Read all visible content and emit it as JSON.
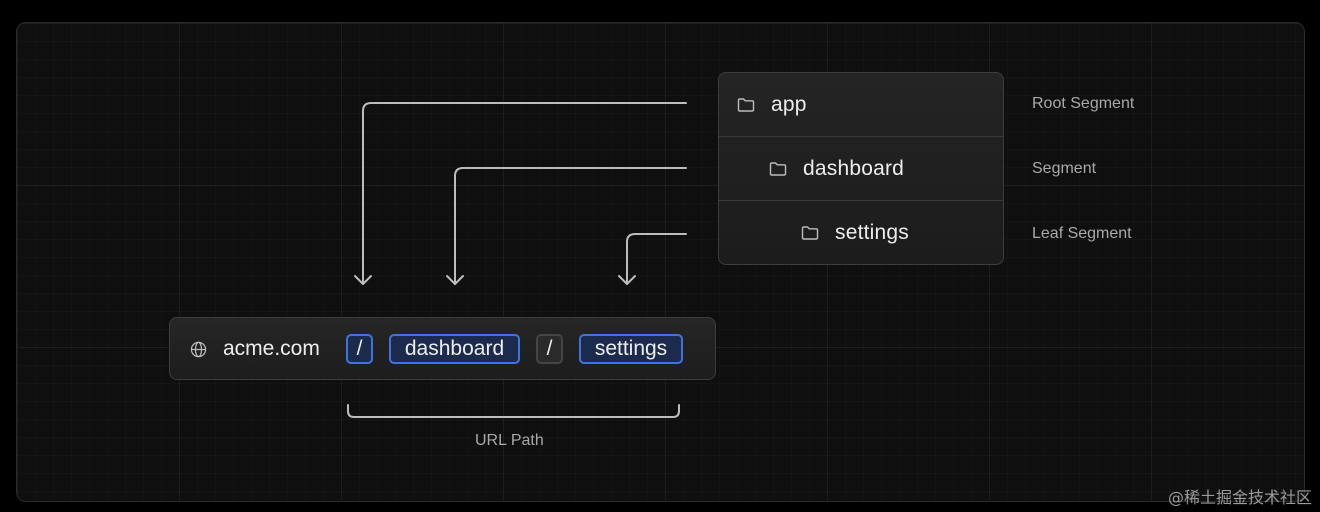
{
  "tree": {
    "items": [
      {
        "label": "app",
        "icon": "folder-icon"
      },
      {
        "label": "dashboard",
        "icon": "folder-icon"
      },
      {
        "label": "settings",
        "icon": "folder-icon"
      }
    ]
  },
  "segments": {
    "root": "Root Segment",
    "middle": "Segment",
    "leaf": "Leaf Segment"
  },
  "url": {
    "domain": "acme.com",
    "parts": [
      "/",
      "dashboard",
      "/",
      "settings"
    ],
    "globe_icon": "globe-icon"
  },
  "url_path_label": "URL Path",
  "watermark": "@稀土掘金技术社区",
  "colors": {
    "background": "#0f0f0f",
    "chip_accent": "#3f74e0",
    "text": "#ededed",
    "muted_text": "#a9a9a9"
  }
}
